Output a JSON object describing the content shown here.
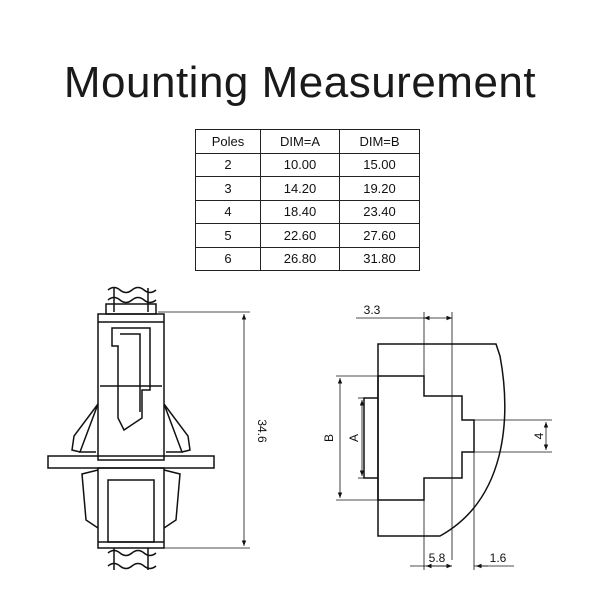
{
  "title": "Mounting Measurement",
  "table": {
    "headers": [
      "Poles",
      "DIM=A",
      "DIM=B"
    ],
    "rows": [
      [
        "2",
        "10.00",
        "15.00"
      ],
      [
        "3",
        "14.20",
        "19.20"
      ],
      [
        "4",
        "18.40",
        "23.40"
      ],
      [
        "5",
        "22.60",
        "27.60"
      ],
      [
        "6",
        "26.80",
        "31.80"
      ]
    ]
  },
  "drawing": {
    "height_label": "34.6",
    "top_width_label": "3.3",
    "label_b": "B",
    "label_a": "A",
    "label_4": "4",
    "label_58": "5.8",
    "label_16": "1.6"
  }
}
